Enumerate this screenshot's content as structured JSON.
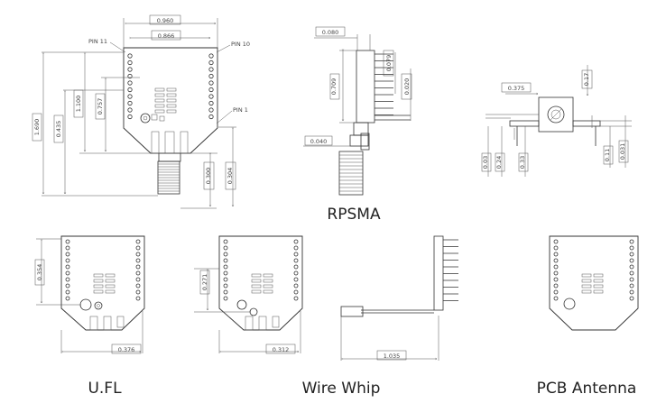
{
  "captions": {
    "rpsma": "RPSMA",
    "ufl": "U.FL",
    "wire_whip": "Wire Whip",
    "pcb_antenna": "PCB Antenna"
  },
  "labels": {
    "pin11": "PIN 11",
    "pin10": "PIN 10",
    "pin1": "PIN 1"
  },
  "dimensions": {
    "main_width": "0.960",
    "main_inner": "0.866",
    "main_height": "1.690",
    "main_left_1": "0.435",
    "main_1100": "1.100",
    "main_0757": "0.757",
    "main_0300": "0.300",
    "main_0304": "0.304",
    "rpsma_top": "0.080",
    "rpsma_0709": "0.709",
    "rpsma_0079": "0.079",
    "rpsma_0020": "0.020",
    "rpsma_0040": "0.040",
    "side_0375": "0.375",
    "side_017": "0.17",
    "side_003": "0.03",
    "side_024": "0.24",
    "side_033": "0.33",
    "side_011": "0.11",
    "side_0031": "0.031",
    "ufl_0354": "0.354",
    "ufl_0376": "0.376",
    "whip_0271": "0.271",
    "whip_0312": "0.312",
    "whip_1035": "1.035"
  },
  "colors": {
    "line": "#333333",
    "text": "#222222"
  }
}
